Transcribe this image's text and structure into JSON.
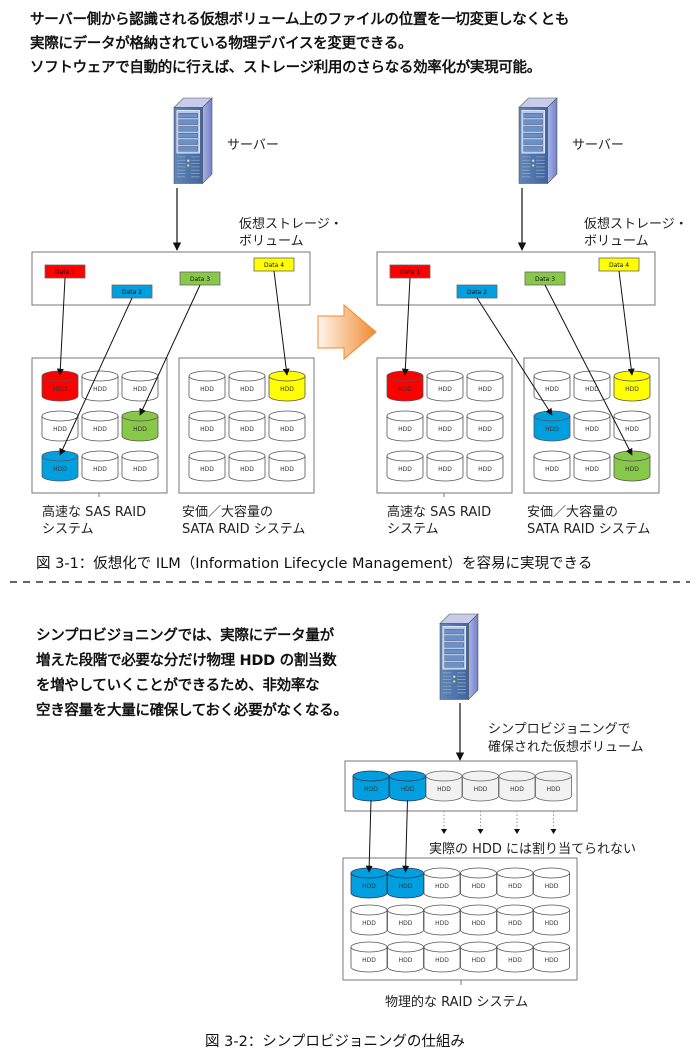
{
  "intro_top": {
    "lines": [
      "サーバー側から認識される仮想ボリューム上のファイルの位置を一切変更しなくとも",
      "実際にデータが格納されている物理デバイスを変更できる。",
      "ソフトウェアで自動的に行えば、ストレージ利用のさらなる効率化が実現可能。"
    ]
  },
  "figure1": {
    "server_label": "サーバー",
    "volume_label_lines": [
      "仮想ストレージ・",
      "ボリューム"
    ],
    "sas_label_lines": [
      "高速な SAS RAID",
      "システム"
    ],
    "sata_label_lines": [
      "安価／大容量の",
      "SATA RAID システム"
    ],
    "hdd_label": "HDD",
    "colors": {
      "data1": "#ff0000",
      "data2": "#00a0e0",
      "data3": "#88c848",
      "data4": "#ffff00",
      "arrow": "#f08a30"
    },
    "data_items": [
      {
        "label": "Data 1",
        "color": "#ff0000"
      },
      {
        "label": "Data 2",
        "color": "#00a0e0"
      },
      {
        "label": "Data 3",
        "color": "#88c848"
      },
      {
        "label": "Data 4",
        "color": "#ffff00"
      }
    ],
    "before": {
      "placement": {
        "Data 1": "SAS r1c1",
        "Data 2": "SAS r3c1",
        "Data 3": "SAS r2c3",
        "Data 4": "SATA r1c3"
      }
    },
    "after": {
      "placement": {
        "Data 1": "SAS r1c1",
        "Data 2": "SATA r2c1",
        "Data 3": "SATA r3c3",
        "Data 4": "SATA r1c3"
      }
    },
    "caption": "図 3-1：仮想化で ILM（Information Lifecycle Management）を容易に実現できる"
  },
  "intro_bottom": {
    "lines": [
      "シンプロビジョニングでは、実際にデータ量が",
      "増えた段階で必要な分だけ物理 HDD の割当数",
      "を増やしていくことができるため、非効率な",
      "空き容量を大量に確保しておく必要がなくなる。"
    ]
  },
  "figure2": {
    "volume_label_lines": [
      "シンプロビジョニングで",
      "確保された仮想ボリューム"
    ],
    "unallocated_label": "実際の HDD には割り当てられない",
    "raid_label": "物理的な RAID システム",
    "hdd_label": "HDD",
    "virtual_hdds_allocated": 2,
    "virtual_hdds_total": 6,
    "physical_grid": "3 rows × 6 columns",
    "allocated_color": "#00a0e0",
    "caption": "図 3-2：シンプロビジョニングの仕組み"
  }
}
